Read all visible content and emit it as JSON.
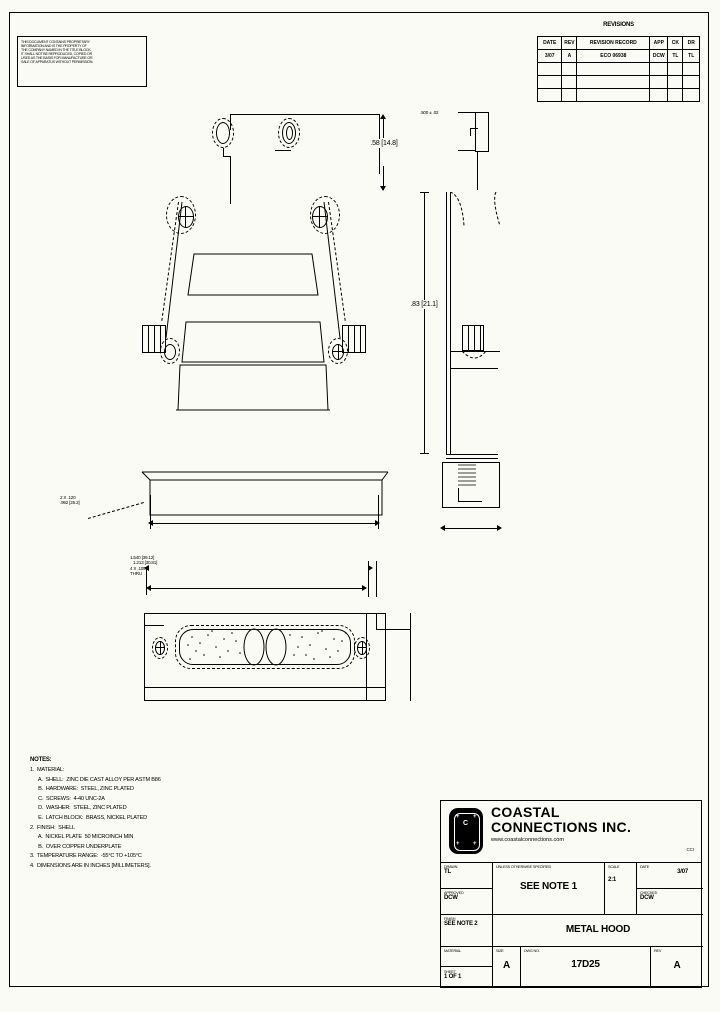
{
  "sheet": {
    "background": "#fbfbf6",
    "ink": "#000000"
  },
  "proprietary_notice": {
    "lines": [
      "THIS DOCUMENT CONTAINS PROPRIETARY",
      "INFORMATION AND IS THE PROPERTY OF",
      "THE COMPANY NAMED IN THE TITLE BLOCK.",
      "IT SHALL NOT BE REPRODUCED, COPIED OR",
      "USED AS THE BASIS FOR MANUFACTURE OR",
      "SALE OF APPARATUS WITHOUT PERMISSION."
    ]
  },
  "revision_block": {
    "title": "REVISIONS",
    "columns": [
      "DATE",
      "REV",
      "REVISION RECORD",
      "APP",
      "CK",
      "DR"
    ],
    "rows": [
      {
        "date": "3/07",
        "rev": "A",
        "record": "ECO 06938",
        "app": "DCW",
        "ck": "TL",
        "dr": "TL"
      },
      {
        "date": "",
        "rev": "",
        "record": "",
        "app": "",
        "ck": "",
        "dr": ""
      },
      {
        "date": "",
        "rev": "",
        "record": "",
        "app": "",
        "ck": "",
        "dr": ""
      },
      {
        "date": "",
        "rev": "",
        "record": "",
        "app": "",
        "ck": "",
        "dr": ""
      }
    ]
  },
  "dimensions": {
    "front_width": ".992 [25.2]",
    "front_hole_spacing": "2 X .120",
    "front_height_right": ".58 [14.8]",
    "side_height": ".83 [21.1]",
    "side_thickness": ".500 ± .02",
    "bottom_overall": "1.540 [39.12]",
    "bottom_inner": "1.213 [30.81]",
    "bottom_note_1": "4 X .105",
    "bottom_note_2": "THRU"
  },
  "notes": {
    "heading": "NOTES:",
    "items": [
      "1.  MATERIAL:",
      "      A.  SHELL:  ZINC DIE CAST ALLOY PER ASTM B86",
      "      B.  HARDWARE:  STEEL, ZINC PLATED",
      "      C.  SCREWS:  4-40 UNC-2A",
      "      D.  WASHER:  STEEL, ZINC PLATED",
      "      E.  LATCH BLOCK:  BRASS, NICKEL PLATED",
      "2.  FINISH:  SHELL",
      "      A.  NICKEL PLATE  50 MICROINCH MIN",
      "      B.  OVER COPPER UNDERPLATE",
      "3.  TEMPERATURE RANGE:  -55°C TO +105°C",
      "4.  DIMENSIONS ARE IN INCHES [MILLIMETERS]."
    ]
  },
  "title_block": {
    "company_line_1": "COASTAL",
    "company_line_2": "CONNECTIONS INC.",
    "website": "www.coastalconnections.com",
    "logo_glyph": "C",
    "dwg_badge": "CCI",
    "fields": {
      "drawn_label": "DRAWN",
      "drawn_value": "TL",
      "checked_label": "CHECKED",
      "checked_value": "DCW",
      "approved_label": "APPROVED",
      "approved_value": "DCW",
      "date_label": "DATE",
      "date_value": "3/07",
      "scale_label": "SCALE",
      "scale_value": "2:1",
      "tolerance_label": "UNLESS OTHERWISE SPECIFIED",
      "material_label": "MATERIAL",
      "material_value": "SEE NOTE 1",
      "finish_label": "FINISH",
      "finish_value": "SEE NOTE 2"
    },
    "drawing_title": "METAL HOOD",
    "size_label": "SIZE",
    "size_value": "A",
    "cage_label": "DWG NO.",
    "drawing_number": "17D25",
    "rev_label": "REV",
    "rev_value": "A",
    "sheet_label": "SHEET",
    "sheet_value": "1 OF 1"
  }
}
